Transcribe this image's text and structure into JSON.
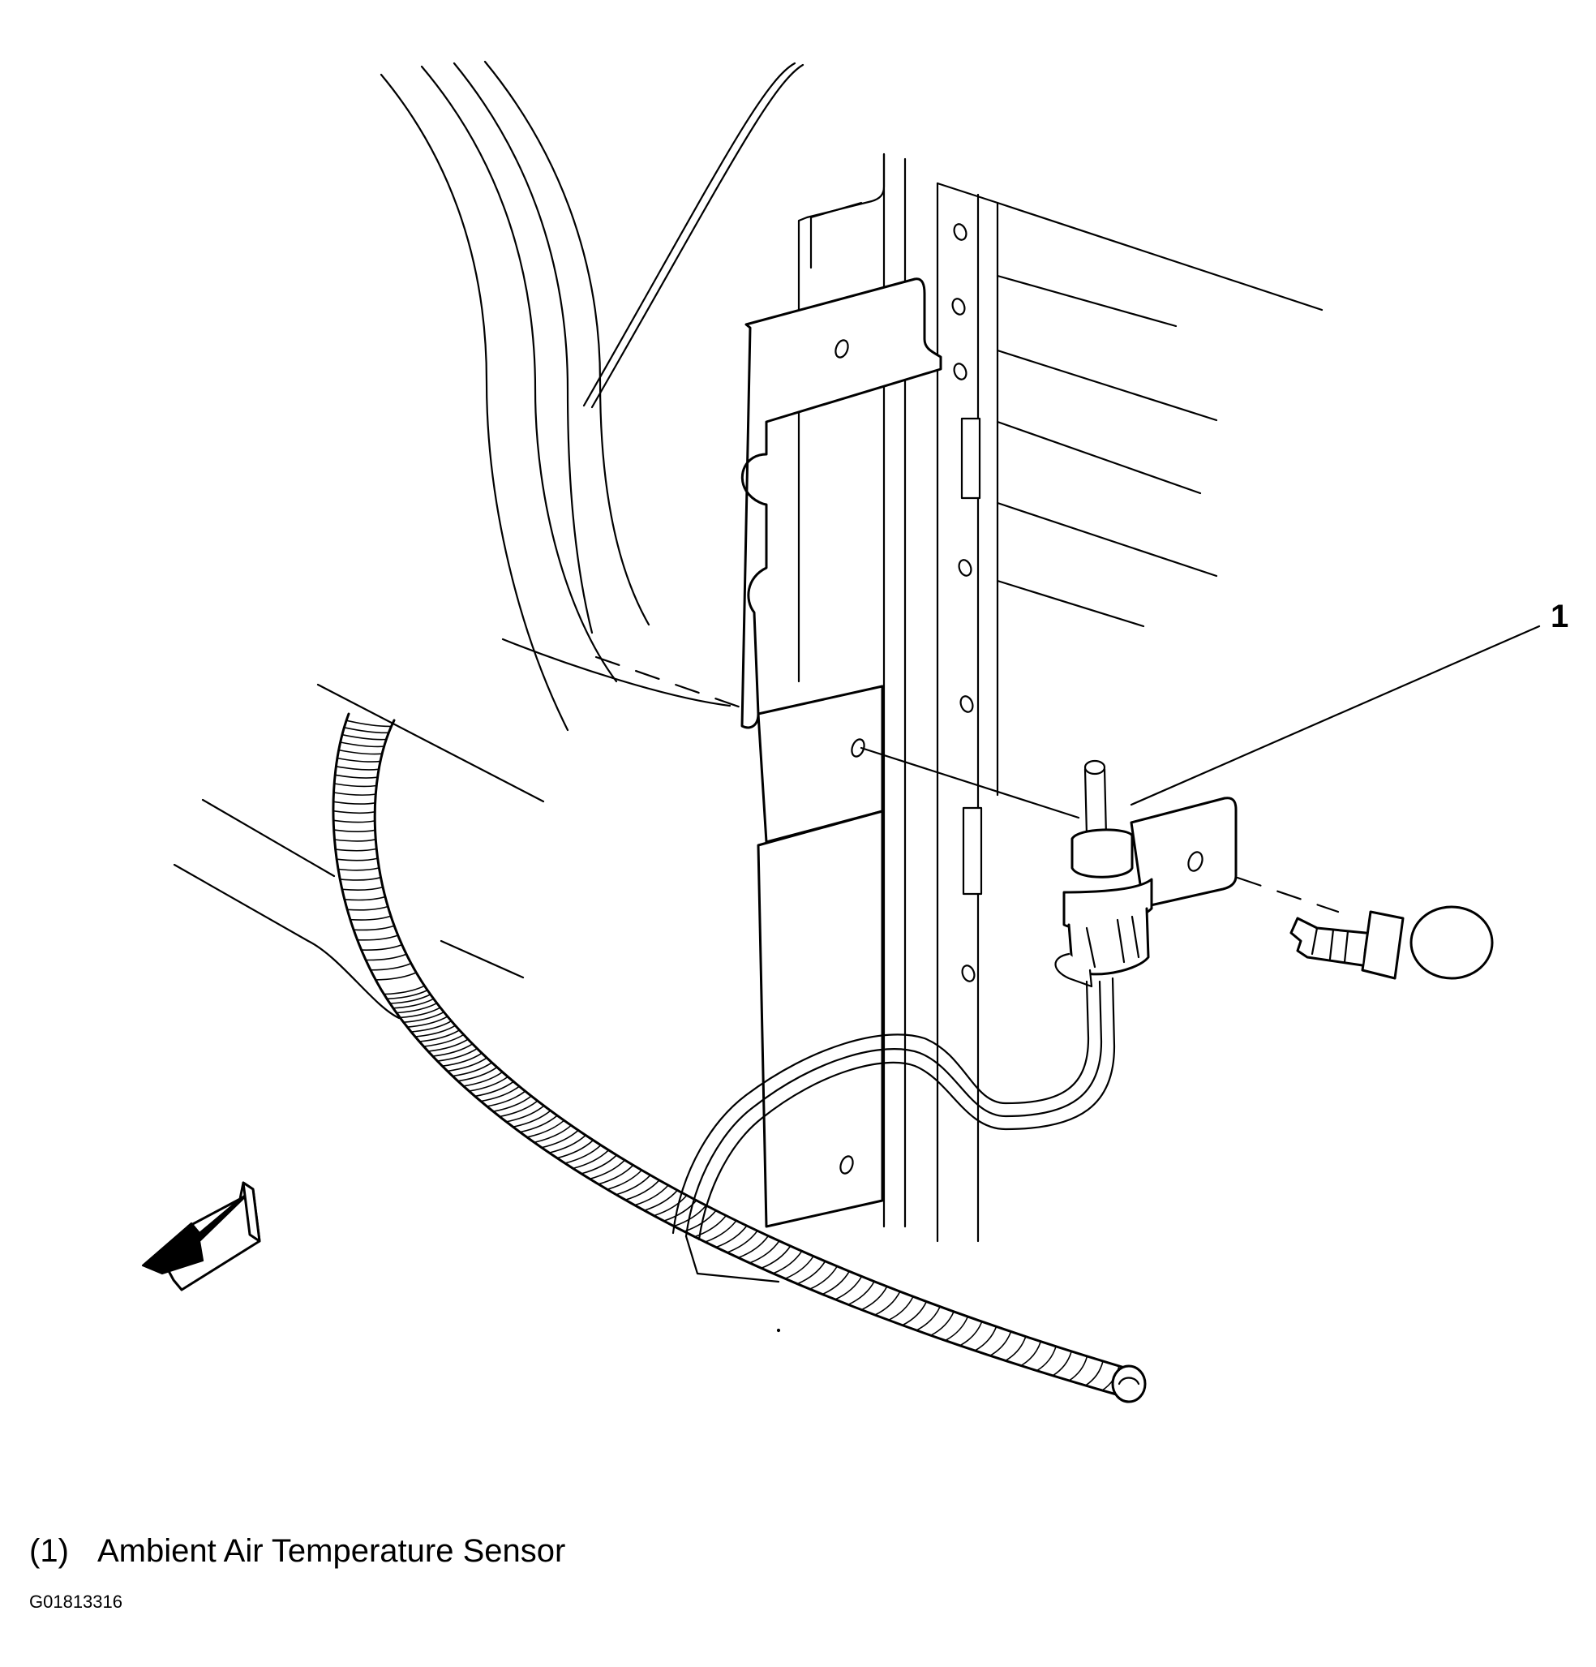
{
  "callout": {
    "number": "1"
  },
  "legend": {
    "items": [
      {
        "number": "(1)",
        "label": "Ambient Air Temperature Sensor"
      }
    ]
  },
  "figure_id": "G01813316"
}
